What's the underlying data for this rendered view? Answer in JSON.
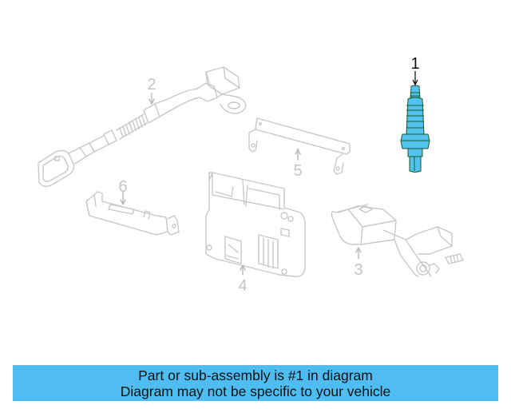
{
  "diagram": {
    "highlight_color": "#52c3ee",
    "line_color": "#c8c8c8",
    "parts": [
      {
        "number": "1",
        "label": "1",
        "name": "spark-plug",
        "highlighted": true
      },
      {
        "number": "2",
        "label": "2",
        "name": "sensor-harness",
        "highlighted": false
      },
      {
        "number": "3",
        "label": "3",
        "name": "position-sensor",
        "highlighted": false
      },
      {
        "number": "4",
        "label": "4",
        "name": "control-module",
        "highlighted": false
      },
      {
        "number": "5",
        "label": "5",
        "name": "module-bracket",
        "highlighted": false
      },
      {
        "number": "6",
        "label": "6",
        "name": "mounting-bracket",
        "highlighted": false
      }
    ]
  },
  "banner": {
    "background": "#4fbdf2",
    "line1": "Part or sub-assembly is #1 in diagram",
    "line2": "Diagram may not be specific to your vehicle"
  }
}
